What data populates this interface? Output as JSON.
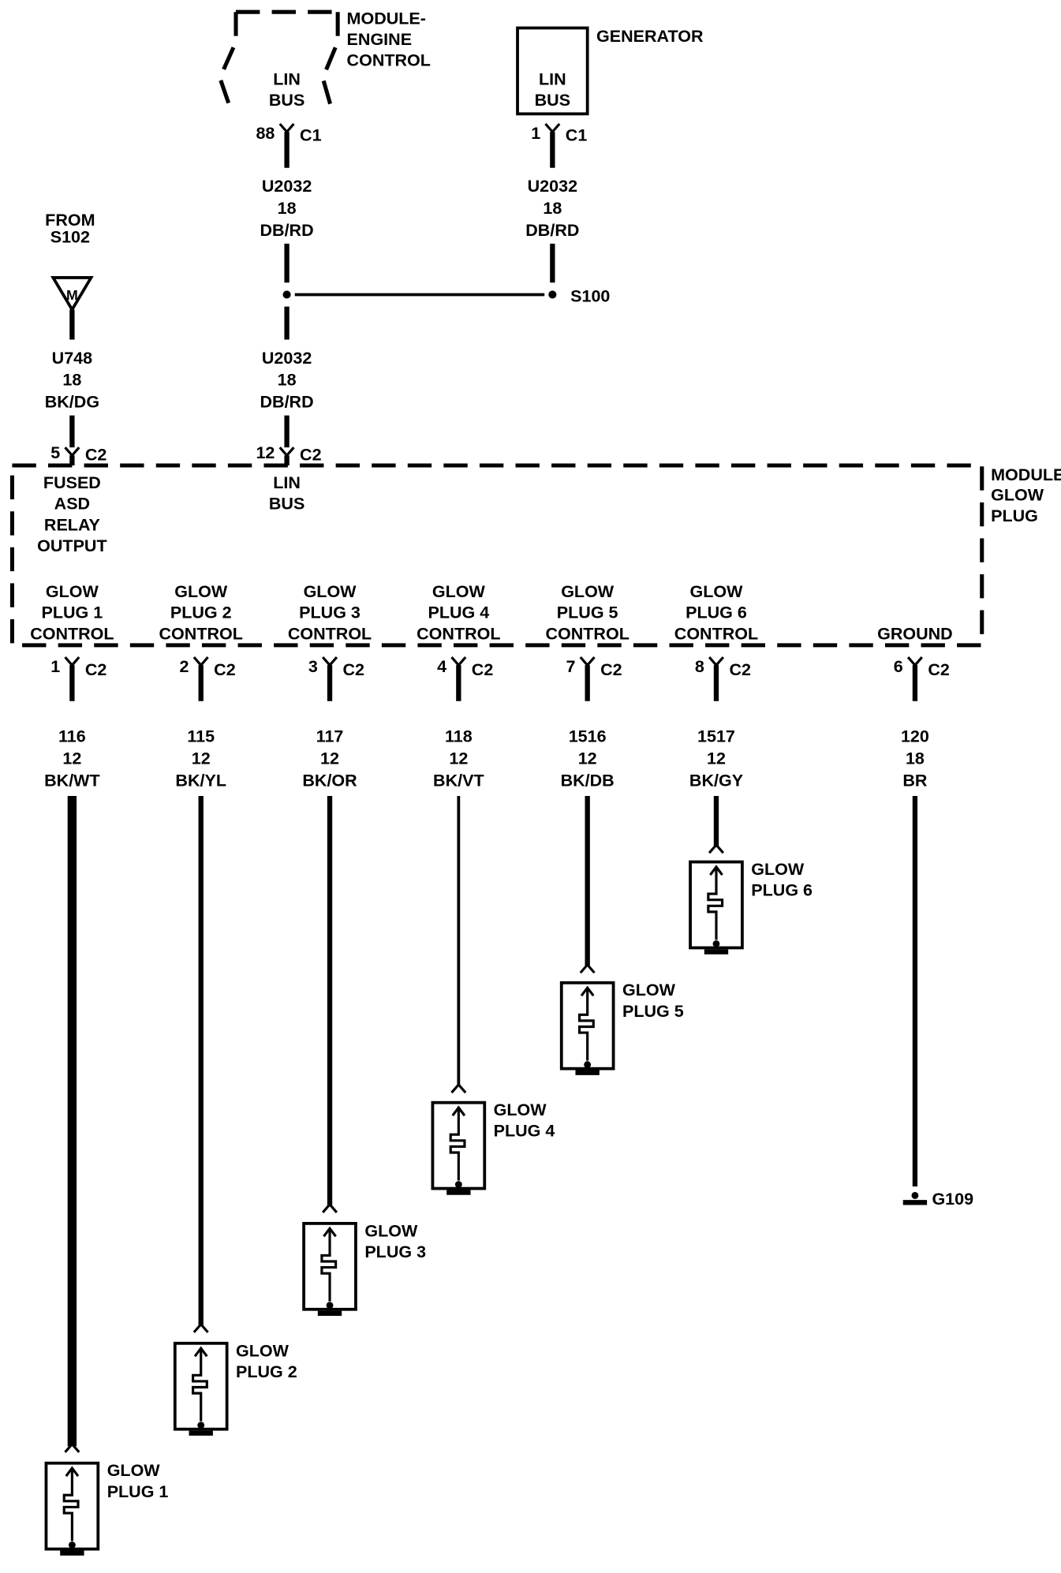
{
  "modules": {
    "ecm": {
      "name_l1": "MODULE-",
      "name_l2": "ENGINE",
      "name_l3": "CONTROL",
      "pin_l1": "LIN",
      "pin_l2": "BUS",
      "pin_num": "88",
      "conn": "C1"
    },
    "generator": {
      "name": "GENERATOR",
      "pin_l1": "LIN",
      "pin_l2": "BUS",
      "pin_num": "1",
      "conn": "C1"
    },
    "glow_module": {
      "name_l1": "MODULE-",
      "name_l2": "GLOW",
      "name_l3": "PLUG",
      "fused": {
        "l1": "FUSED",
        "l2": "ASD",
        "l3": "RELAY",
        "l4": "OUTPUT",
        "pin_num": "5",
        "conn": "C2"
      },
      "lin": {
        "l1": "LIN",
        "l2": "BUS",
        "pin_num": "12",
        "conn": "C2"
      }
    }
  },
  "wires": {
    "ecm_lin": {
      "circuit": "U2032",
      "gauge": "18",
      "color": "DB/RD"
    },
    "gen_lin": {
      "circuit": "U2032",
      "gauge": "18",
      "color": "DB/RD"
    },
    "mod_lin": {
      "circuit": "U2032",
      "gauge": "18",
      "color": "DB/RD"
    },
    "fused": {
      "circuit": "U748",
      "gauge": "18",
      "color": "BK/DG"
    }
  },
  "splice": {
    "label": "S100"
  },
  "source": {
    "l1": "FROM",
    "l2": "S102",
    "symbol": "M"
  },
  "outputs": [
    {
      "l1": "GLOW",
      "l2": "PLUG 1",
      "l3": "CONTROL",
      "pin": "1",
      "conn": "C2",
      "circuit": "116",
      "gauge": "12",
      "color": "BK/WT",
      "plug_l1": "GLOW",
      "plug_l2": "PLUG 1"
    },
    {
      "l1": "GLOW",
      "l2": "PLUG 2",
      "l3": "CONTROL",
      "pin": "2",
      "conn": "C2",
      "circuit": "115",
      "gauge": "12",
      "color": "BK/YL",
      "plug_l1": "GLOW",
      "plug_l2": "PLUG 2"
    },
    {
      "l1": "GLOW",
      "l2": "PLUG 3",
      "l3": "CONTROL",
      "pin": "3",
      "conn": "C2",
      "circuit": "117",
      "gauge": "12",
      "color": "BK/OR",
      "plug_l1": "GLOW",
      "plug_l2": "PLUG 3"
    },
    {
      "l1": "GLOW",
      "l2": "PLUG 4",
      "l3": "CONTROL",
      "pin": "4",
      "conn": "C2",
      "circuit": "118",
      "gauge": "12",
      "color": "BK/VT",
      "plug_l1": "GLOW",
      "plug_l2": "PLUG 4"
    },
    {
      "l1": "GLOW",
      "l2": "PLUG 5",
      "l3": "CONTROL",
      "pin": "7",
      "conn": "C2",
      "circuit": "1516",
      "gauge": "12",
      "color": "BK/DB",
      "plug_l1": "GLOW",
      "plug_l2": "PLUG 5"
    },
    {
      "l1": "GLOW",
      "l2": "PLUG 6",
      "l3": "CONTROL",
      "pin": "8",
      "conn": "C2",
      "circuit": "1517",
      "gauge": "12",
      "color": "BK/GY",
      "plug_l1": "GLOW",
      "plug_l2": "PLUG 6"
    }
  ],
  "ground": {
    "label": "GROUND",
    "pin": "6",
    "conn": "C2",
    "circuit": "120",
    "gauge": "18",
    "color": "BR",
    "gnd": "G109"
  }
}
